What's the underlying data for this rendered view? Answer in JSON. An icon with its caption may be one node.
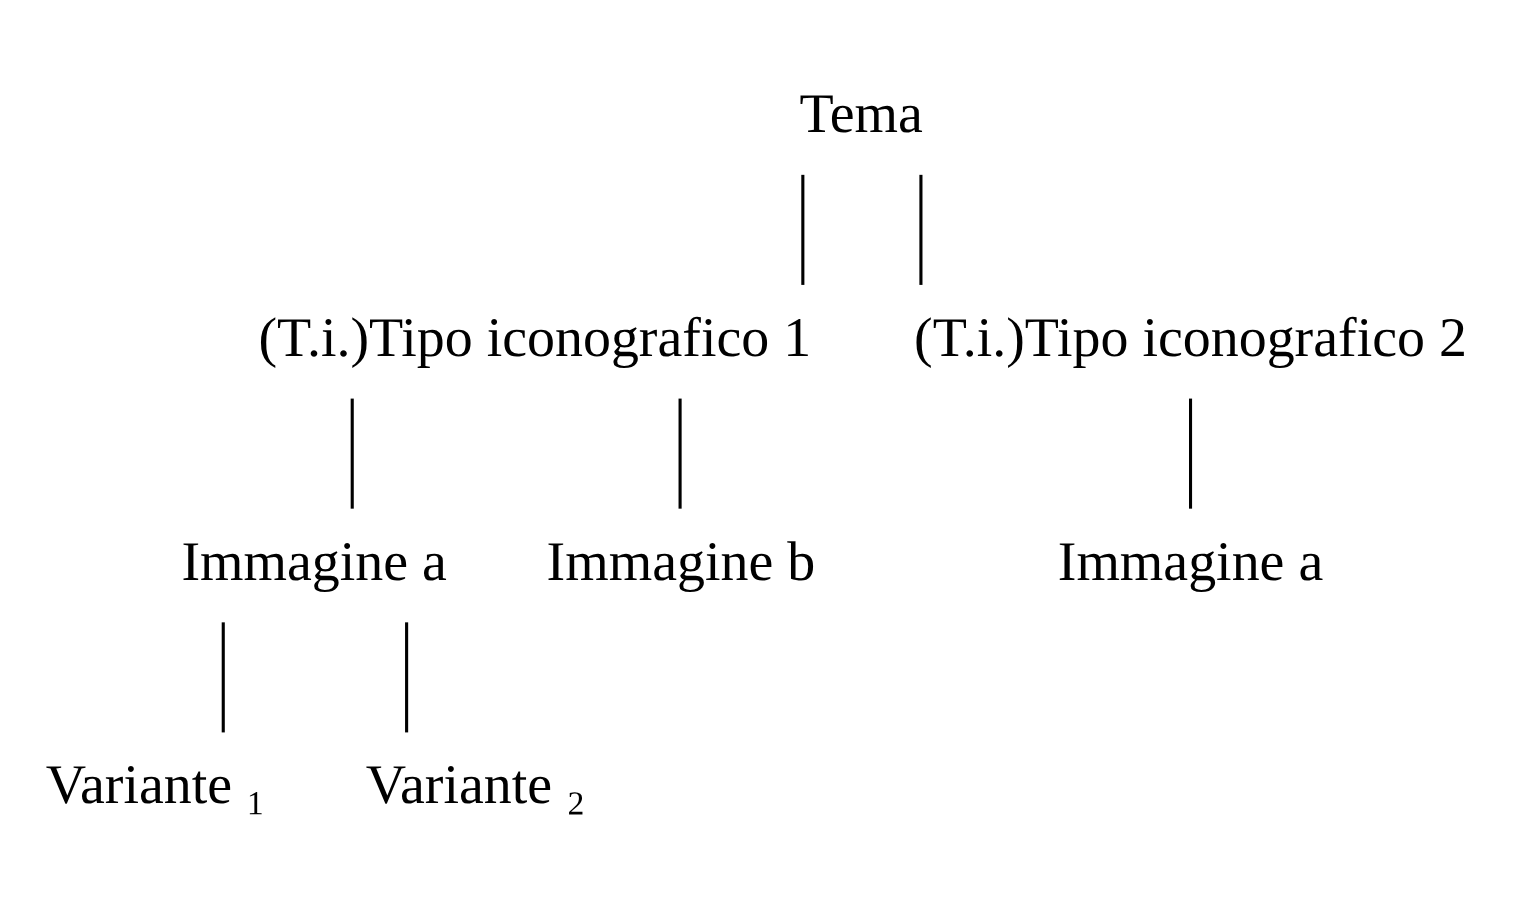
{
  "diagram": {
    "nodes": [
      {
        "text": [
          "Tema"
        ]
      },
      {
        "text": [
          "(T.i.)Tipo iconografico 1"
        ]
      },
      {
        "text": [
          "(T.i.)Tipo iconografico 2"
        ]
      },
      {
        "text": [
          "Immagine a"
        ]
      },
      {
        "text": [
          "Immagine b"
        ]
      },
      {
        "text": [
          "Immagine a"
        ]
      },
      {
        "text": [
          "Variante ₁"
        ]
      },
      {
        "text": [
          "Variante ₂"
        ]
      }
    ],
    "edges": [
      {
        "from": 0,
        "to": 1,
        "arrow": "none"
      },
      {
        "from": 0,
        "to": 2,
        "arrow": "none"
      },
      {
        "from": 1,
        "to": 3,
        "arrow": "none"
      },
      {
        "from": 1,
        "to": 4,
        "arrow": "none"
      },
      {
        "from": 2,
        "to": 5,
        "arrow": "none"
      },
      {
        "from": 3,
        "to": 6,
        "arrow": "none"
      },
      {
        "from": 3,
        "to": 7,
        "arrow": "none"
      }
    ]
  }
}
